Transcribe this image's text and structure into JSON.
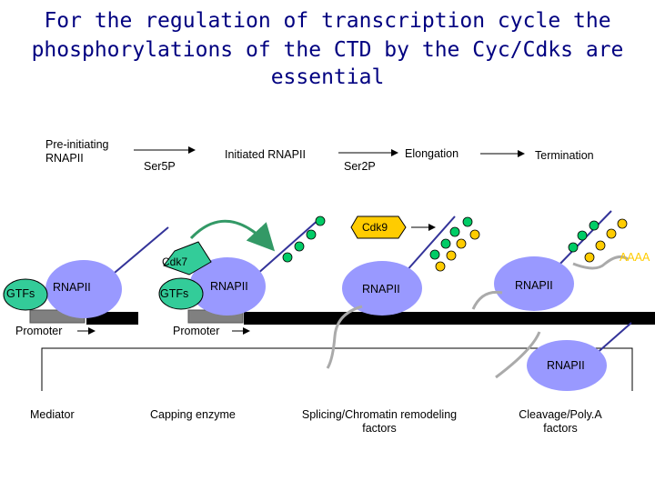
{
  "title": {
    "line1": "For the  regulation of transcription cycle the",
    "line2": "phosphorylations of the CTD by the Cyc/Cdks  are essential"
  },
  "stages": {
    "preinit": "Pre-initiating\nRNAPII",
    "initiated": "Initiated RNAPII",
    "elongation": "Elongation",
    "termination": "Termination"
  },
  "phospho": {
    "ser5p": "Ser5P",
    "ser2p": "Ser2P"
  },
  "kinases": {
    "cdk7": "Cdk7",
    "cdk9": "Cdk9"
  },
  "complexes": {
    "rnapii": "RNAPII",
    "gtfs": "GTFs",
    "promoter": "Promoter",
    "polya": "AAAA"
  },
  "factors": {
    "mediator": "Mediator",
    "capping": "Capping enzyme",
    "splicing": "Splicing/Chromatin remodeling\nfactors",
    "cleavage": "Cleavage/Poly.A\nfactors"
  },
  "colors": {
    "title": "#000080",
    "rnapii_fill": "#9999ff",
    "gtfs_fill": "#33cc99",
    "cdk9_fill": "#ffcc00",
    "dot_green": "#00cc66",
    "dot_yellow": "#ffcc00",
    "promoter_box": "#808080",
    "cdk7_fill": "#33cc99"
  }
}
